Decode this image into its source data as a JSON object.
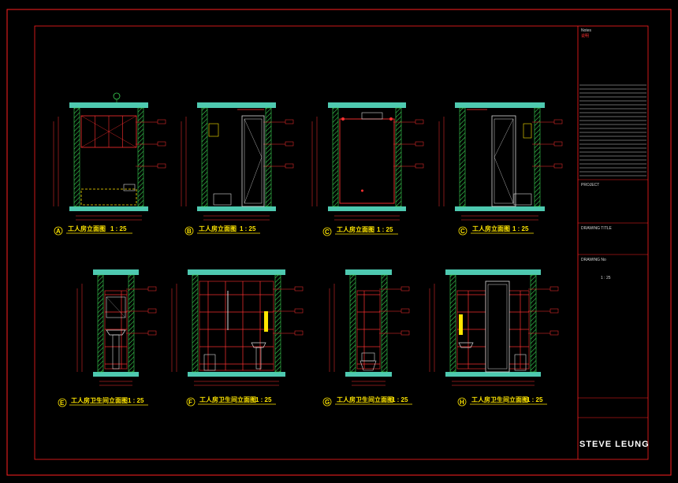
{
  "sheet": {
    "colors": {
      "background": "#000000",
      "border": "#ff2020",
      "wall": "#4ec9b0",
      "hatch": "#39d353",
      "cabinet": "#ff3030",
      "dimension": "#ff3030",
      "label": "#ffe600",
      "fixture": "#d9d9d9"
    }
  },
  "views": [
    {
      "id": "A",
      "marker": "A",
      "title": "工人房立面图",
      "scale": "1 : 25",
      "type": "closet"
    },
    {
      "id": "B",
      "marker": "B",
      "title": "工人房立面图",
      "scale": "1 : 25",
      "type": "door-shelf"
    },
    {
      "id": "C1",
      "marker": "C",
      "title": "工人房立面图",
      "scale": "1 : 25",
      "type": "blank"
    },
    {
      "id": "C2",
      "marker": "C",
      "title": "工人房立面图",
      "scale": "1 : 25",
      "type": "door-left"
    },
    {
      "id": "E",
      "marker": "E",
      "title": "工人房卫生间立面图",
      "scale": "1 : 25",
      "type": "bath-narrow"
    },
    {
      "id": "F",
      "marker": "F",
      "title": "工人房卫生间立面图",
      "scale": "1 : 25",
      "type": "bath-tiles"
    },
    {
      "id": "G",
      "marker": "G",
      "title": "工人房卫生间立面图",
      "scale": "1 : 25",
      "type": "bath-toilet"
    },
    {
      "id": "H",
      "marker": "H",
      "title": "工人房卫生间立面图",
      "scale": "1 : 25",
      "type": "bath-door"
    }
  ],
  "title_block": {
    "notes_heading": "Notes",
    "notes_label": "说明",
    "project_heading": "PROJECT",
    "drawing_title_heading": "DRAWING TITLE",
    "drawing_no_heading": "DRAWING No",
    "scale_value": "1 : 25",
    "brand": "STEVE LEUNG"
  }
}
